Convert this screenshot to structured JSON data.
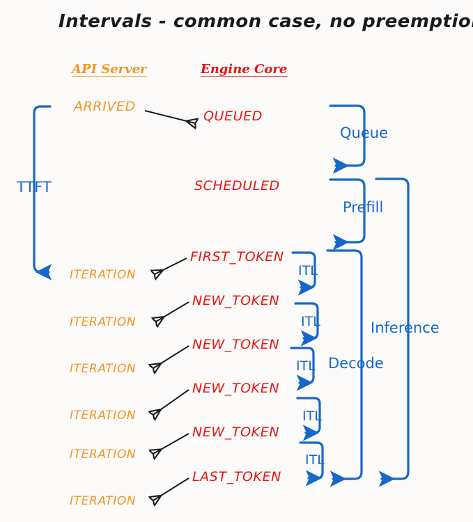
{
  "page": {
    "title": "Intervals - common case, no preemptions",
    "background": "#fdfbfa"
  },
  "colors": {
    "orange": "#f59423",
    "red": "#e8140f",
    "blue": "#1668c8",
    "black": "#1a1a1a"
  },
  "columns": [
    {
      "label": "API Server",
      "color": "#f59423"
    },
    {
      "label": "Engine Core",
      "color": "#e8140f"
    }
  ],
  "api_states": [
    {
      "label": "ARRIVED"
    },
    {
      "label": "ITERATION"
    },
    {
      "label": "ITERATION"
    },
    {
      "label": "ITERATION"
    },
    {
      "label": "ITERATION"
    },
    {
      "label": "ITERATION"
    },
    {
      "label": "ITERATION"
    }
  ],
  "engine_states": [
    {
      "label": "QUEUED"
    },
    {
      "label": "SCHEDULED"
    },
    {
      "label": "FIRST_TOKEN"
    },
    {
      "label": "NEW_TOKEN"
    },
    {
      "label": "NEW_TOKEN"
    },
    {
      "label": "NEW_TOKEN"
    },
    {
      "label": "NEW_TOKEN"
    },
    {
      "label": "LAST_TOKEN"
    }
  ],
  "intervals": {
    "ttft": "TTFT",
    "queue": "Queue",
    "prefill": "Prefill",
    "decode": "Decode",
    "inference": "Inference",
    "itl": [
      "ITL",
      "ITL",
      "ITL",
      "ITL",
      "ITL"
    ]
  }
}
